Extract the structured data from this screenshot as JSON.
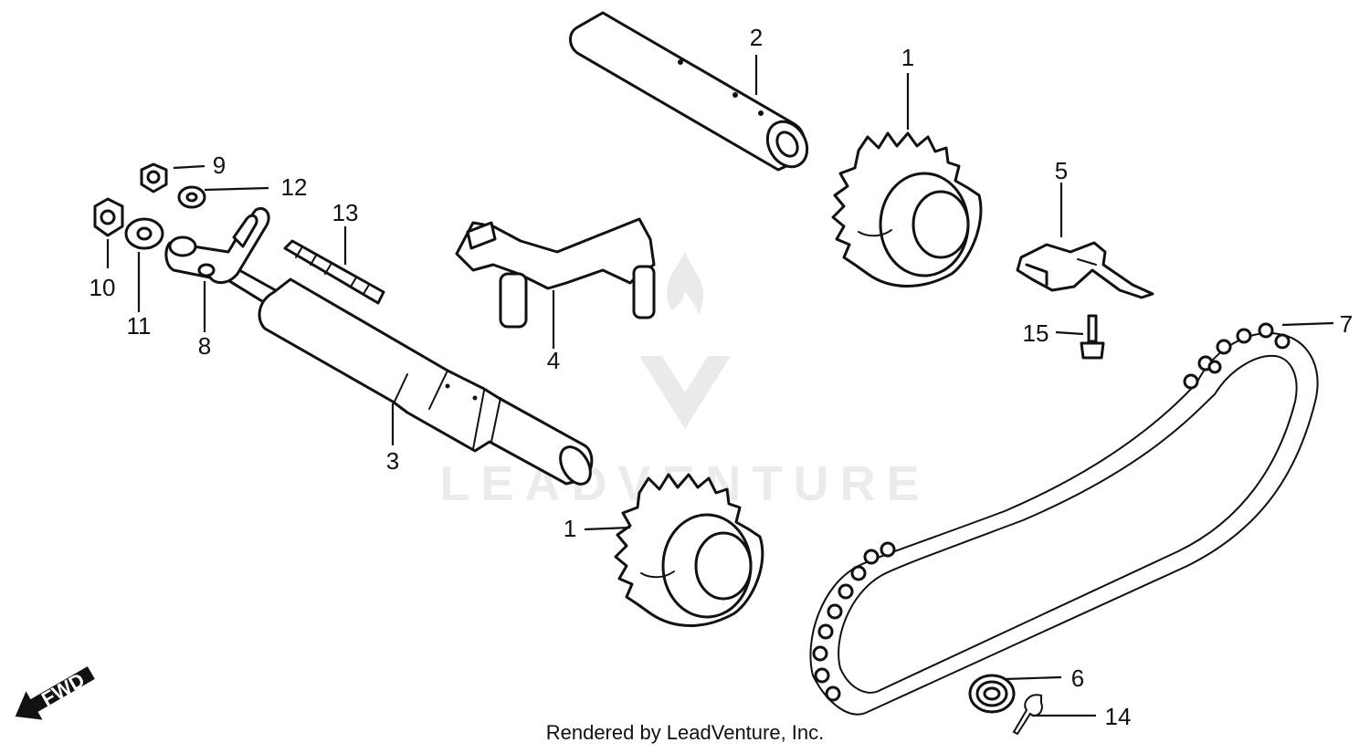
{
  "diagram": {
    "watermark_text": "LEADVENTURE",
    "direction_label": "FWD",
    "footer_text": "Rendered by LeadVenture, Inc.",
    "callouts": {
      "c1a": "1",
      "c1b": "1",
      "c2": "2",
      "c3": "3",
      "c4": "4",
      "c5": "5",
      "c6": "6",
      "c7": "7",
      "c8": "8",
      "c9": "9",
      "c10": "10",
      "c11": "11",
      "c12": "12",
      "c13": "13",
      "c14": "14",
      "c15": "15"
    }
  }
}
